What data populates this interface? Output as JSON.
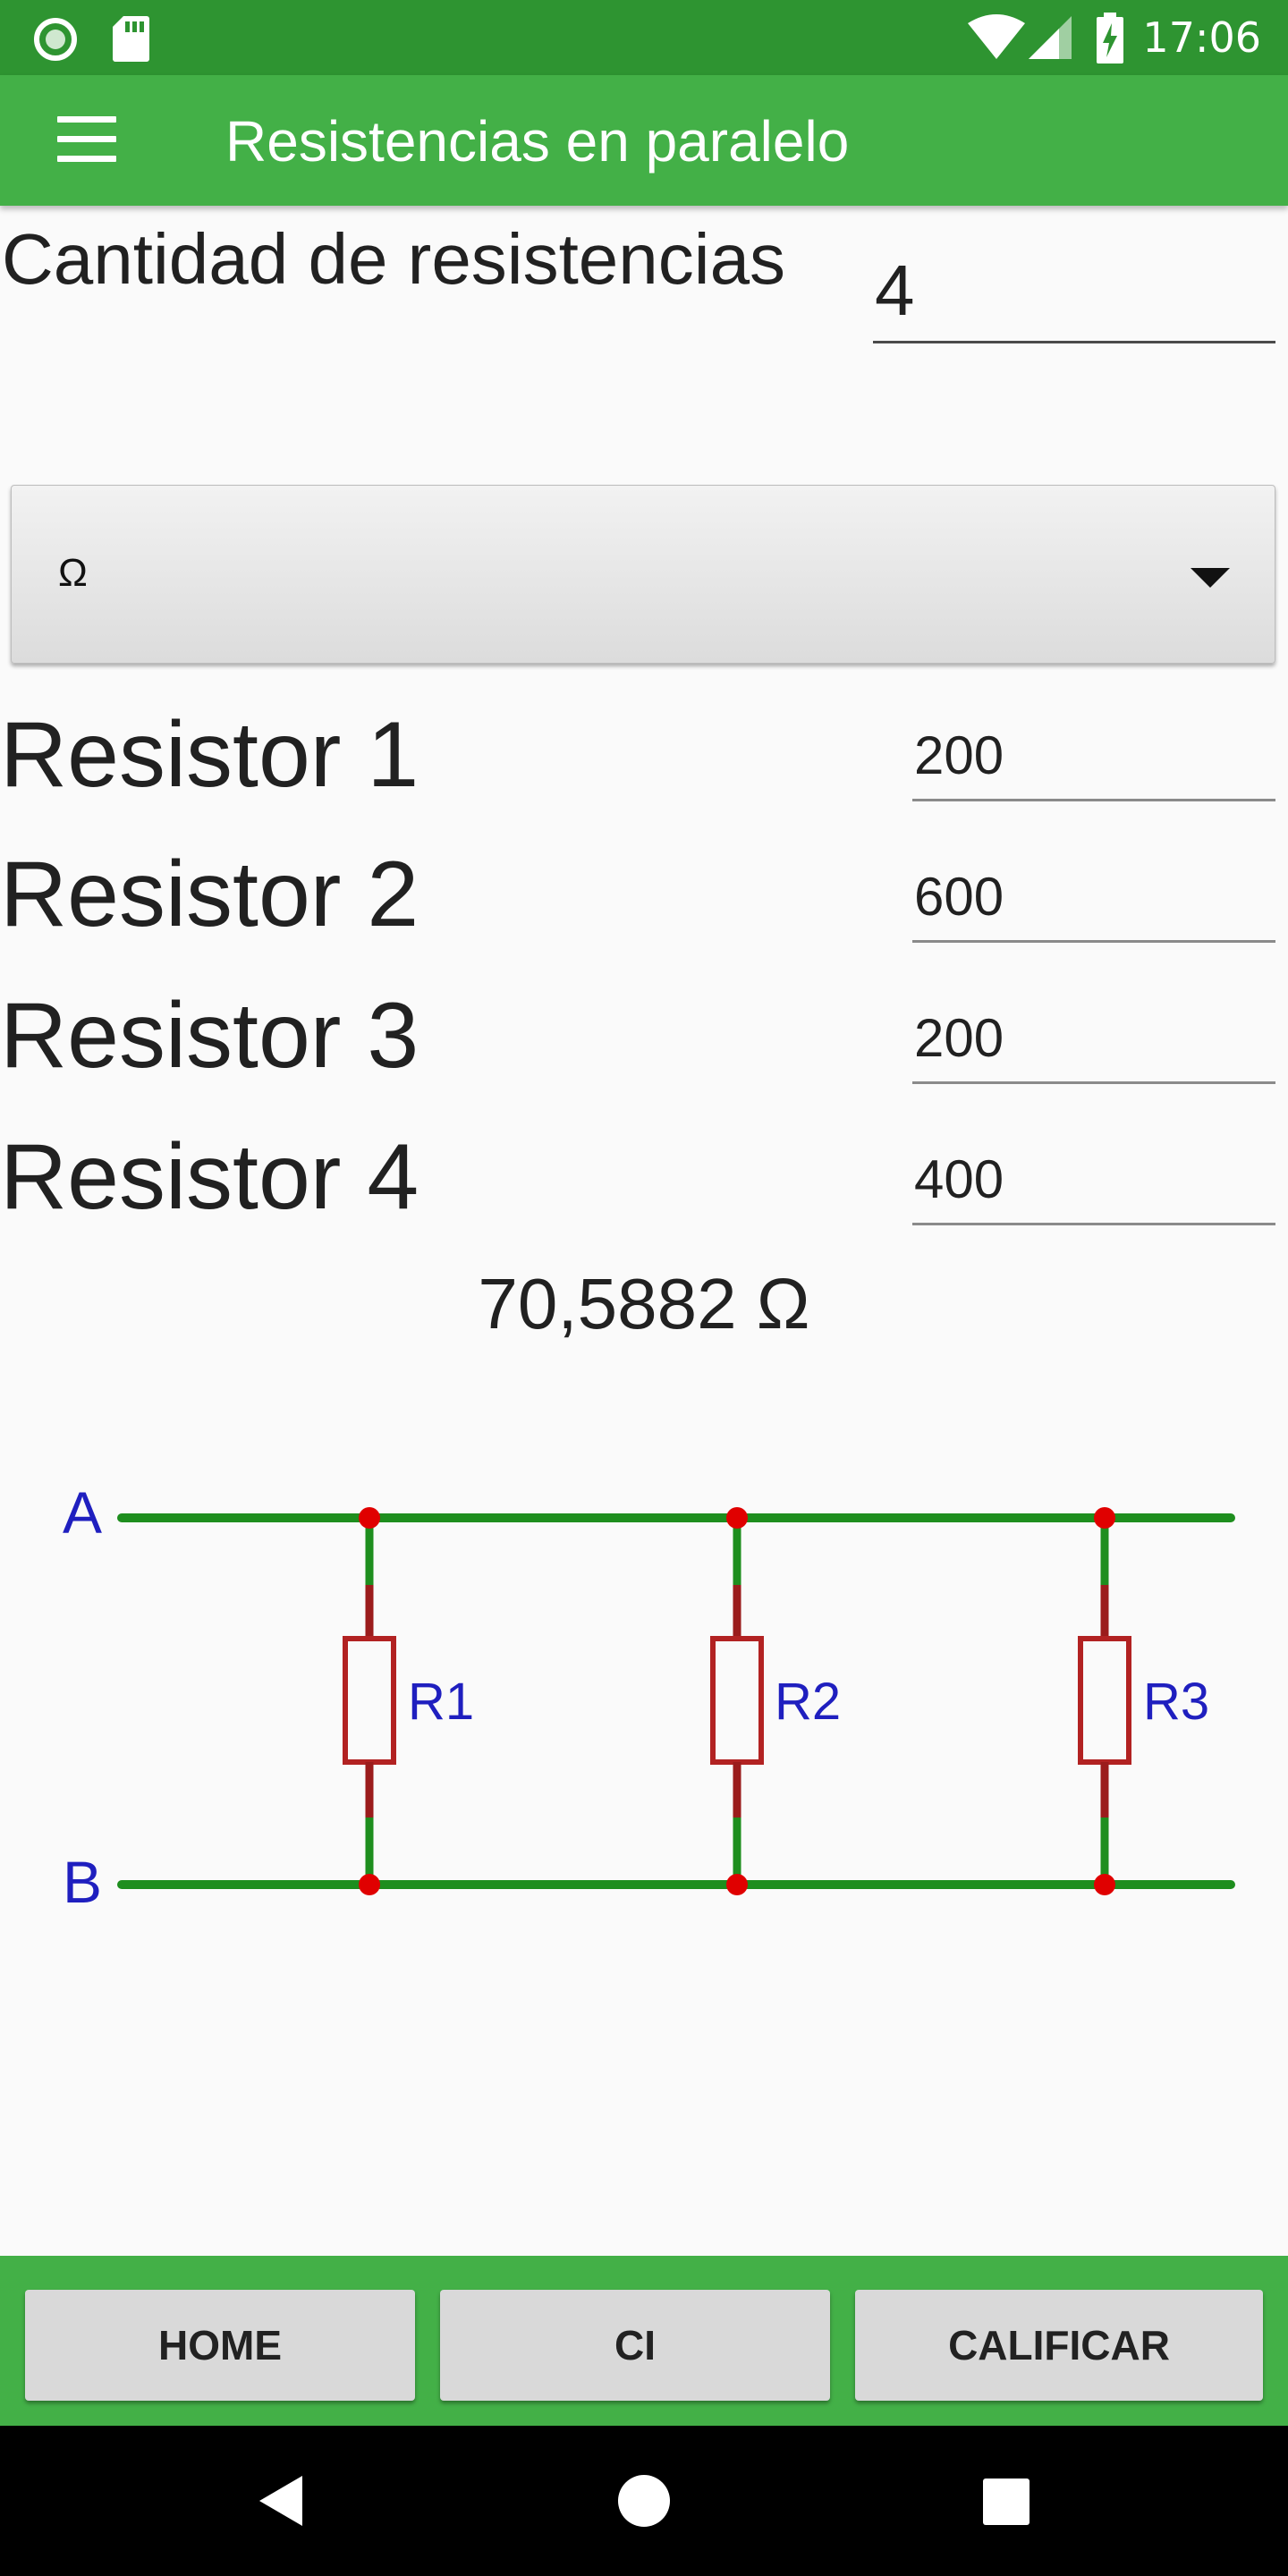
{
  "status_bar": {
    "time": "17:06",
    "icons": [
      "record-icon",
      "sd-card-icon",
      "wifi-icon",
      "signal-icon",
      "battery-charging-icon"
    ]
  },
  "app_bar": {
    "title": "Resistencias en paralelo",
    "menu_icon": "hamburger-menu-icon"
  },
  "form": {
    "quantity_label": "Cantidad de resistencias",
    "quantity_value": "4",
    "unit_selected": "Ω",
    "resistors": [
      {
        "label": "Resistor 1",
        "value": "200"
      },
      {
        "label": "Resistor 2",
        "value": "600"
      },
      {
        "label": "Resistor 3",
        "value": "200"
      },
      {
        "label": "Resistor 4",
        "value": "400"
      }
    ],
    "result": "70,5882 Ω"
  },
  "diagram": {
    "node_top": "A",
    "node_bottom": "B",
    "resistors": [
      "R1",
      "R2",
      "R3"
    ],
    "colors": {
      "wire": "#1e8e1e",
      "resistor": "#b22222",
      "node": "#e00000",
      "label": "#1f1fbf"
    }
  },
  "bottom_bar": {
    "home_label": "HOME",
    "ci_label": "CI",
    "calificar_label": "CALIFICAR"
  },
  "nav_bar": {
    "icons": [
      "back-icon",
      "home-circle-icon",
      "recents-square-icon"
    ]
  },
  "colors": {
    "status_bar": "#2e9431",
    "app_bar": "#43b047",
    "background": "#fafafa"
  }
}
